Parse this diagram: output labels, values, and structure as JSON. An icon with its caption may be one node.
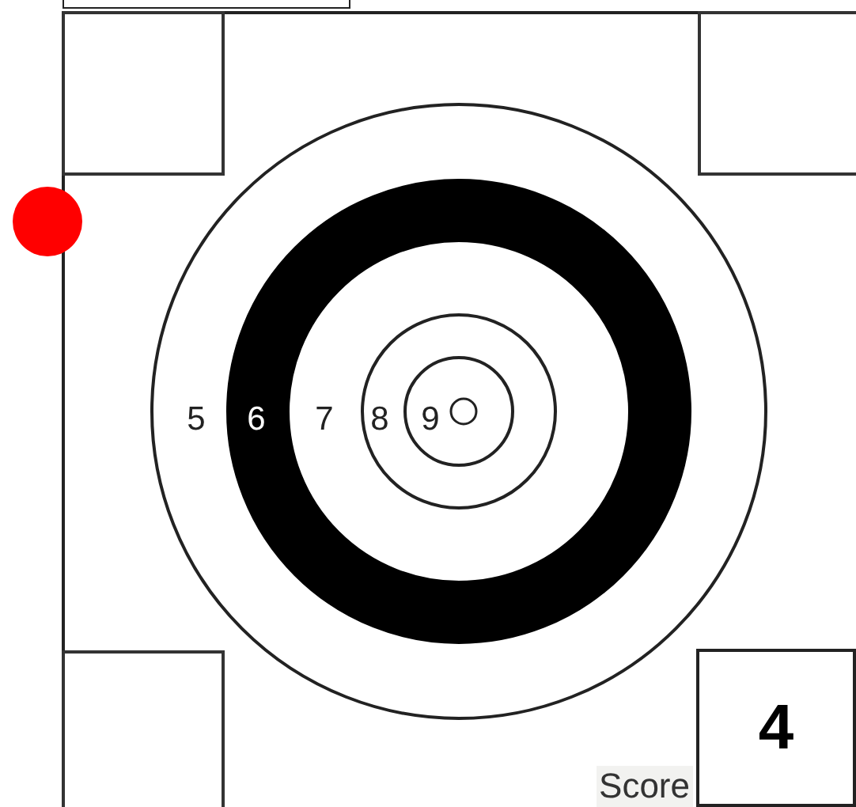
{
  "diagram": {
    "nodes": [
      {
        "text": [
          "4"
        ],
        "beside": [
          "Score"
        ]
      }
    ],
    "labels": [
      "5",
      "6",
      "7",
      "8",
      "9"
    ]
  }
}
